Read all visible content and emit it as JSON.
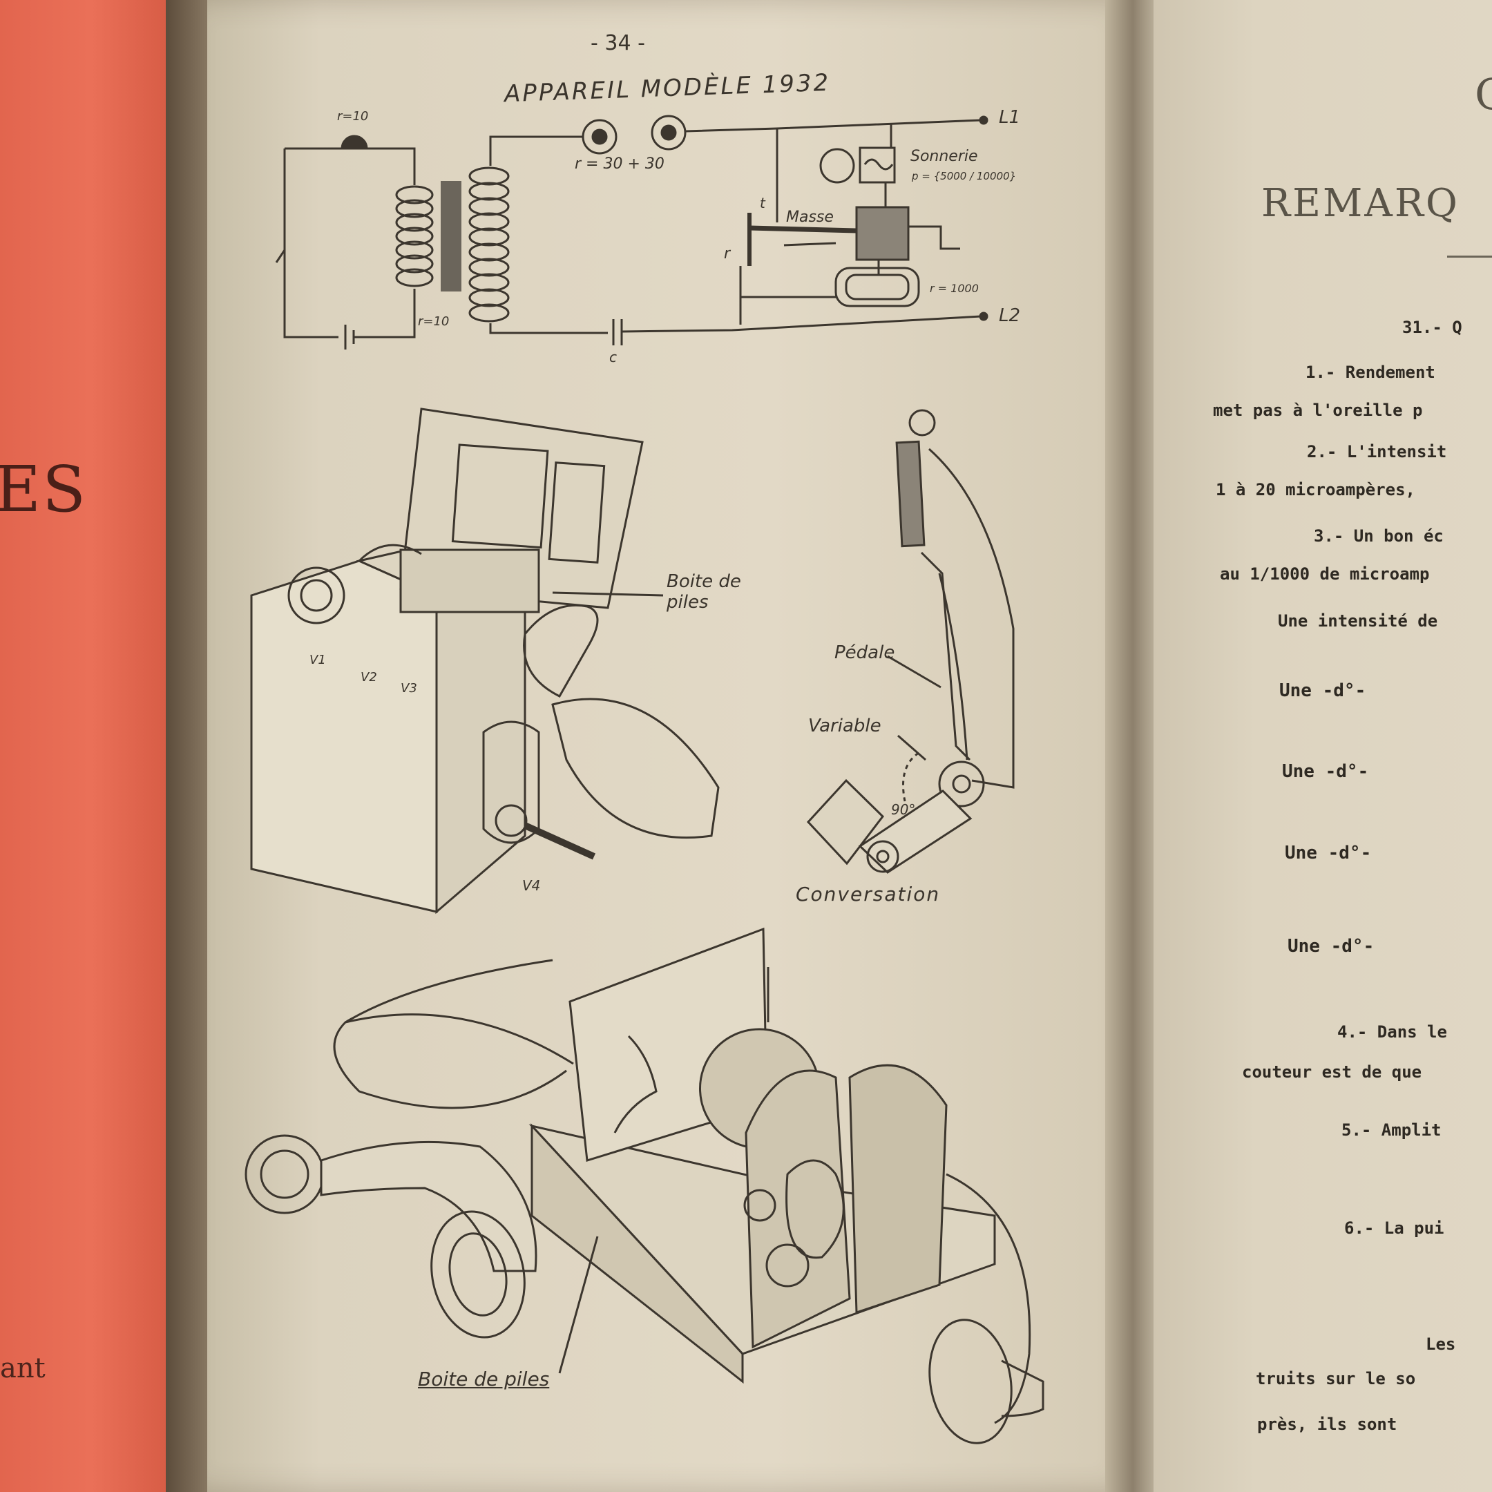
{
  "cover": {
    "title_fragment": "ES",
    "word_fragment": "ant"
  },
  "left_page": {
    "page_number": "- 34 -",
    "title": "APPAREIL MODÈLE 1932",
    "schematic_labels": {
      "r10_top": "r=10",
      "r30": "r = 30 + 30",
      "r10_bottom": "r=10",
      "sonnerie": "Sonnerie",
      "p_values": "p = {5000 / 10000}",
      "masse": "Masse",
      "t": "t",
      "r": "r",
      "r1000": "r = 1000",
      "c": "c",
      "l1": "L1",
      "l2": "L2"
    },
    "figure_labels": {
      "boite_de_piles_1": "Boite de piles",
      "v1": "V1",
      "v2": "V2",
      "v3": "V3",
      "v4": "V4",
      "pedale": "Pédale",
      "variable": "Variable",
      "angle": "90°",
      "conversation": "Conversation",
      "boite_de_piles_2": "Boite de piles"
    }
  },
  "right_page": {
    "heading_fragment": "C",
    "remarq": "REMARQ",
    "lines": [
      "31.- Q",
      "1.- Rendement",
      "met pas à l'oreille p",
      "2.- L'intensit",
      "1 à 20 microampères,",
      "3.- Un bon éc",
      "au 1/1000 de microamp",
      "Une intensité de",
      "Une      -d°-",
      "Une      -d°-",
      "Une      -d°-",
      "Une      -d°-",
      "4.- Dans le",
      "couteur est de que",
      "5.- Amplit",
      "6.- La pui",
      "Les",
      "truits sur le so",
      "près, ils sont"
    ]
  }
}
